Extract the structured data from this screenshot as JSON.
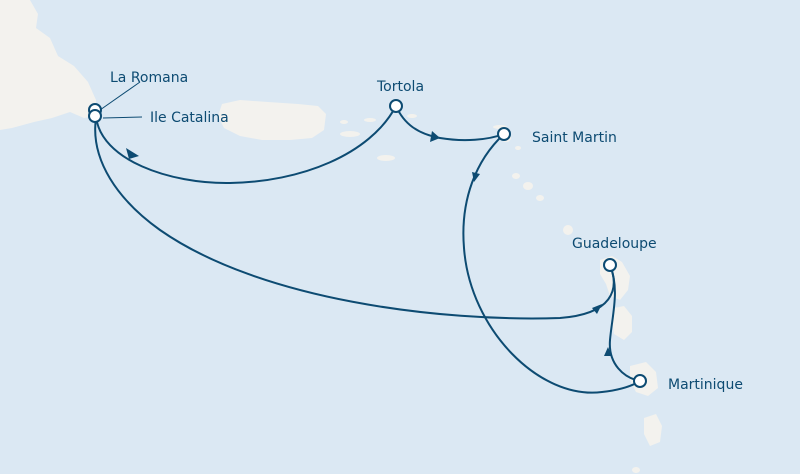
{
  "map": {
    "colors": {
      "sea": "#dbe8f3",
      "land": "#f3f2ee",
      "route": "#0d4b72",
      "port_fill": "#ffffff"
    },
    "ports": {
      "la_romana": "La Romana",
      "ile_catalina": "Ile Catalina",
      "tortola": "Tortola",
      "saint_martin": "Saint Martin",
      "guadeloupe": "Guadeloupe",
      "martinique": "Martinique"
    },
    "route_order": [
      "Ile Catalina",
      "Tortola",
      "Saint Martin",
      "Martinique",
      "Guadeloupe",
      "La Romana"
    ]
  }
}
